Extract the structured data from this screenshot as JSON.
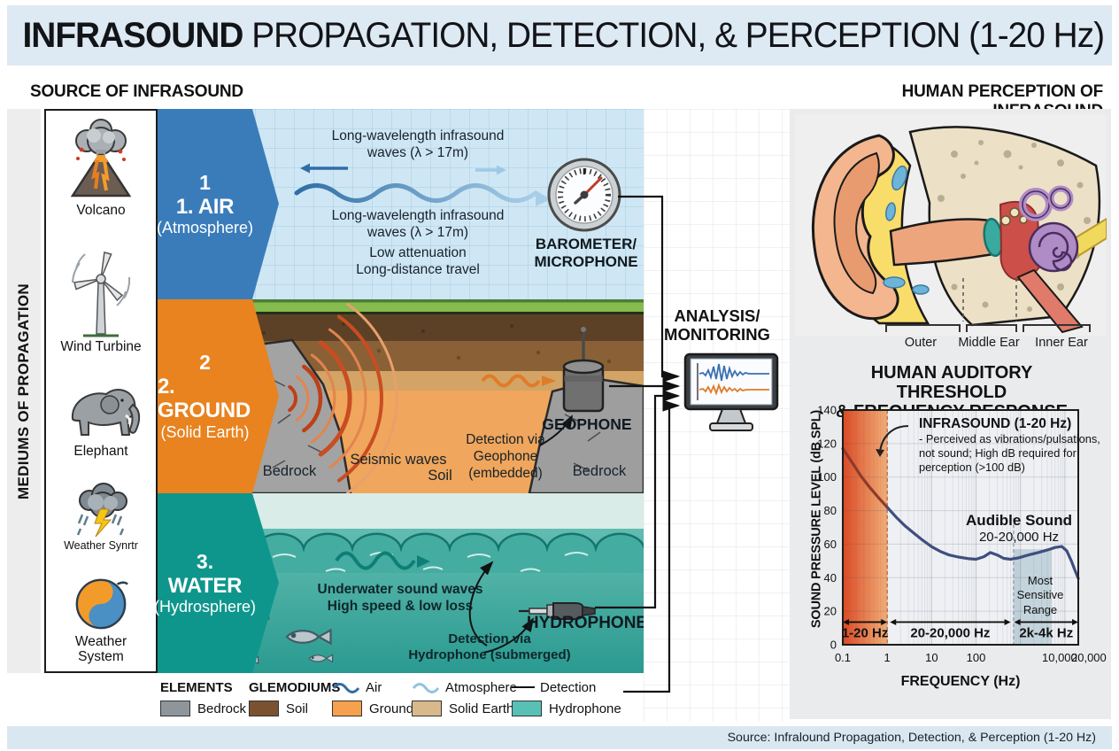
{
  "title": {
    "bold": "INFRASOUND",
    "rest": " PROPAGATION, DETECTION, & PERCEPTION (1-20 Hz)"
  },
  "headers": {
    "left": "SOURCE OF INFRASOUND",
    "right": "HUMAN PERCEPTION OF INFRASOUND",
    "mediums_axis": "MEDIUMS OF PROPAGATION"
  },
  "sources": {
    "items": [
      {
        "label": "Volcano"
      },
      {
        "label": "Wind Turbine"
      },
      {
        "label": "Elephant"
      },
      {
        "label": "Weather Synrtr"
      },
      {
        "label": "Weather\nSystem"
      }
    ]
  },
  "air": {
    "number": "1",
    "name": "1. AIR",
    "sub": "(Atmosphere)",
    "wave_top": "Long-wavelength infrasound\nwaves (λ > 17m)",
    "wave_bottom": "Long-wavelength infrasound\nwaves (λ > 17m)",
    "note": "Low attenuation\nLong-distance travel",
    "sensor": "BAROMETER/\nMICROPHONE"
  },
  "ground": {
    "number": "2",
    "name": "2. GROUND",
    "sub": "(Solid Earth)",
    "wave_label": "Seismic waves",
    "bedrock_left": "Bedrock",
    "soil_label": "Soil",
    "bedrock_right": "Bedrock",
    "detection": "Detection via\nGeophone\n(embedded)",
    "sensor": "GEOPHONE"
  },
  "water": {
    "number": "3.",
    "name": "WATER",
    "sub": "(Hydrosphere)",
    "wave_label": "Underwater sound waves\nHigh speed & low loss",
    "detection": "Detection via\nHydrophone (submerged)",
    "sensor": "HYDROPHONE"
  },
  "analysis": {
    "label": "ANALYSIS/\nMONITORING"
  },
  "perception": {
    "ear_labels": [
      "Outer",
      "Middle Ear",
      "Inner Ear"
    ],
    "chart_heading": "HUMAN AUDITORY THRESHOLD\n& FREQUENCY RESPONSE"
  },
  "chart_notes": {
    "infrasound_title": "INFRASOUND (1-20 Hz)",
    "infrasound_body": "- Perceived as vibrations/pulsations,\nnot sound; High dB required for\nperception (>100 dB)",
    "audible_title": "Audible Sound",
    "audible_sub": "20-20,000 Hz",
    "sensitive_label": "Most\nSensitive\nRange"
  },
  "chart_data": {
    "type": "line",
    "title": "HUMAN AUDITORY THRESHOLD & FREQUENCY RESPONSE",
    "xlabel": "FREQUENCY (Hz)",
    "ylabel": "SOUND PRESSURE LEVEL (dB SPL)",
    "x_scale": "log",
    "xlim": [
      0.1,
      20000
    ],
    "ylim": [
      0,
      140
    ],
    "yticks": [
      0,
      20,
      40,
      60,
      80,
      100,
      120,
      140
    ],
    "xticks": [
      {
        "v": 0.1,
        "label": "0.1"
      },
      {
        "v": 1,
        "label": "1"
      },
      {
        "v": 10,
        "label": "10"
      },
      {
        "v": 100,
        "label": "100"
      },
      {
        "v": 10000,
        "label": "10,000"
      },
      {
        "v": 20000,
        "label": "20,000"
      }
    ],
    "series": [
      {
        "name": "Human auditory threshold",
        "split_hz": 1,
        "color_infrasound": "#8e3a2c",
        "color_audible": "#3f4e7e",
        "points": [
          [
            0.1,
            117
          ],
          [
            0.16,
            109
          ],
          [
            0.25,
            101
          ],
          [
            0.4,
            94
          ],
          [
            0.65,
            87.5
          ],
          [
            1,
            82
          ],
          [
            1.6,
            76
          ],
          [
            2.5,
            71
          ],
          [
            4,
            66.5
          ],
          [
            6.5,
            62
          ],
          [
            10,
            58.5
          ],
          [
            16,
            55.5
          ],
          [
            25,
            53.5
          ],
          [
            40,
            52.3
          ],
          [
            70,
            51.3
          ],
          [
            100,
            51
          ],
          [
            150,
            52.5
          ],
          [
            210,
            55
          ],
          [
            300,
            53.5
          ],
          [
            420,
            51.5
          ],
          [
            600,
            51
          ],
          [
            900,
            51.8
          ],
          [
            1500,
            53.5
          ],
          [
            2500,
            55
          ],
          [
            4000,
            56.5
          ],
          [
            6000,
            58
          ],
          [
            8500,
            58.6
          ],
          [
            11000,
            56
          ],
          [
            14000,
            50
          ],
          [
            17000,
            44
          ],
          [
            20000,
            39.5
          ]
        ]
      }
    ],
    "regions": [
      {
        "name": "infrasound-band",
        "from_hz": 0.1,
        "to_hz": 1,
        "fill_from": "#d84a26",
        "fill_to": "#f6b078"
      },
      {
        "name": "most-sensitive-band",
        "from_hz": 700,
        "to_hz": 5000,
        "fill": "#b9cdd6",
        "top_db": 57
      }
    ],
    "range_arrows": [
      {
        "from_hz": 0.1,
        "to_hz": 1,
        "label": "1-20 Hz"
      },
      {
        "from_hz": 1.15,
        "to_hz": 600,
        "label": "20-20,000 Hz"
      },
      {
        "from_hz": 720,
        "to_hz": 20000,
        "label": "2k-4k Hz"
      }
    ],
    "grid": true,
    "legend_position": "none"
  },
  "legend": {
    "col1_header": "ELEMENTS",
    "col2_header": "GLEMODIUMS",
    "air_label": "Air",
    "atmosphere_label": "Atmosphere",
    "detection_label": "Detection",
    "swatches": [
      {
        "label": "Bedrock",
        "color": "#8f969b"
      },
      {
        "label": "Soil",
        "color": "#7a5230"
      },
      {
        "label": "Ground",
        "color": "#f5a14d"
      },
      {
        "label": "Solid Earth",
        "color": "#d8b98c"
      },
      {
        "label": "Hydrophone",
        "color": "#59c0b6"
      }
    ],
    "colors": {
      "air_wave": "#2e6da4",
      "atmosphere_wave": "#8fc3e4",
      "detection_line": "#1a1a1a"
    }
  },
  "footer": {
    "source": "Source: Infralound Propagation, Detection, & Perception (1-20 Hz)"
  }
}
